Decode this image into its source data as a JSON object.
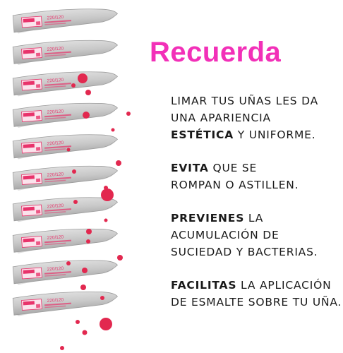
{
  "title": "Recuerda",
  "tips": [
    {
      "lines": [
        [
          {
            "t": "LIMAR TUS UÑAS LES DA",
            "b": false
          }
        ],
        [
          {
            "t": "UNA APARIENCIA",
            "b": false
          }
        ],
        [
          {
            "t": "ESTÉTICA",
            "b": true
          },
          {
            "t": " Y UNIFORME.",
            "b": false
          }
        ]
      ]
    },
    {
      "lines": [
        [
          {
            "t": "EVITA",
            "b": true
          },
          {
            "t": " QUE SE",
            "b": false
          }
        ],
        [
          {
            "t": "ROMPAN O ASTILLEN.",
            "b": false
          }
        ]
      ]
    },
    {
      "lines": [
        [
          {
            "t": "PREVIENES",
            "b": true
          },
          {
            "t": " LA",
            "b": false
          }
        ],
        [
          {
            "t": "ACUMULACIÓN DE",
            "b": false
          }
        ],
        [
          {
            "t": "SUCIEDAD Y BACTERIAS.",
            "b": false
          }
        ]
      ]
    },
    {
      "lines": [
        [
          {
            "t": "FACILITAS",
            "b": true
          },
          {
            "t": " LA APLICACIÓN",
            "b": false
          }
        ],
        [
          {
            "t": "DE ESMALTE SOBRE TU UÑA.",
            "b": false
          }
        ]
      ]
    }
  ],
  "nail_file": {
    "grit": "220/120",
    "count": 10,
    "body_color": "#c9c9c9",
    "print_color": "#e8336b"
  },
  "colors": {
    "title": "#f230b8",
    "text": "#1a1a1a",
    "dots": "#e2284f"
  }
}
